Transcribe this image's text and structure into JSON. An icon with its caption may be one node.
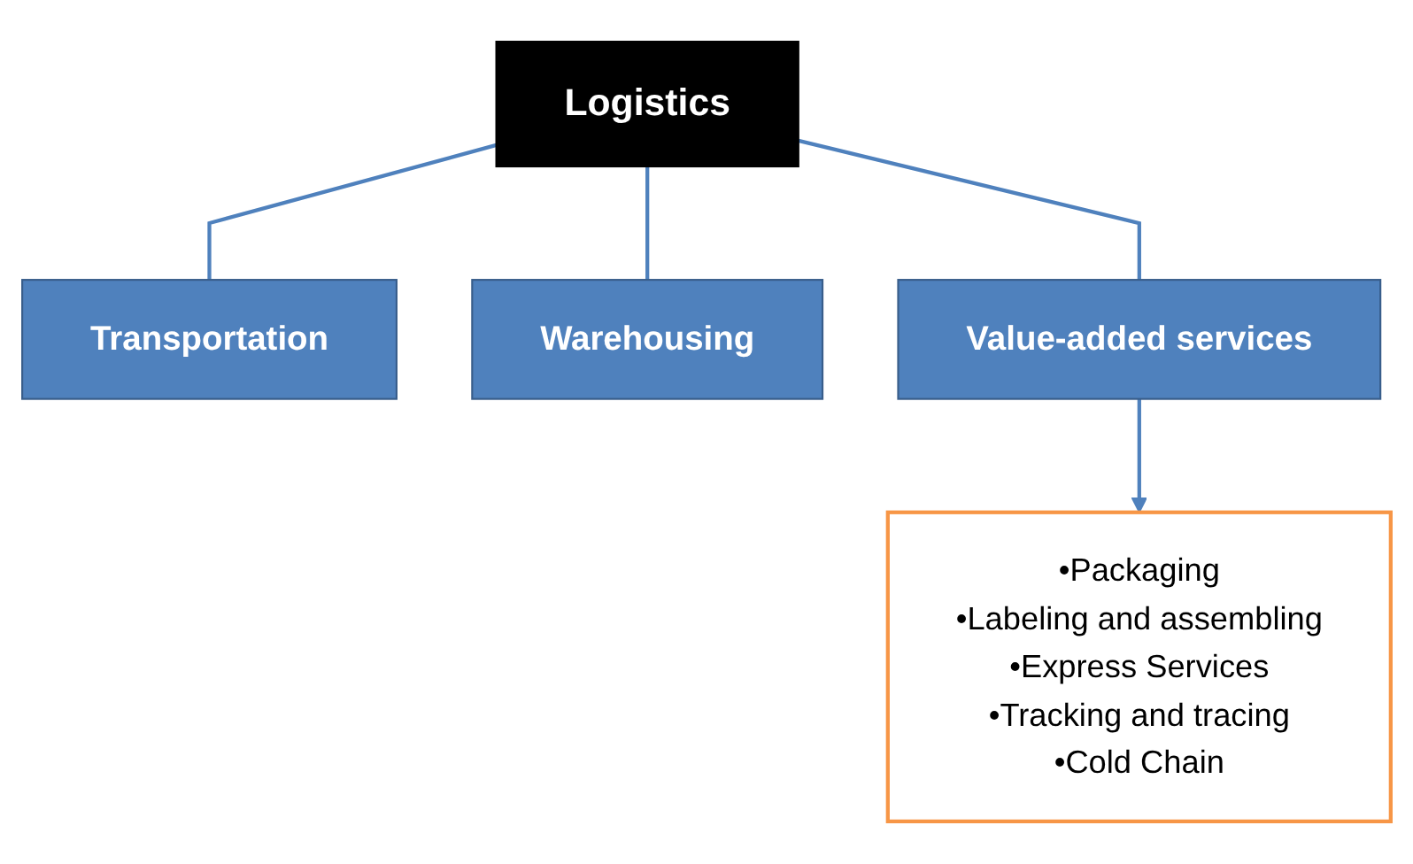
{
  "diagram": {
    "nodes": [
      {
        "text": [
          "Logistics"
        ]
      },
      {
        "text": [
          "Transportation"
        ]
      },
      {
        "text": [
          "Warehousing"
        ]
      },
      {
        "text": [
          "Value-added services"
        ]
      },
      {
        "text": [
          "•Packaging",
          "•Labeling and assembling",
          "•Express Services",
          "•Tracking and tracing",
          "•Cold Chain"
        ]
      }
    ],
    "edges": [
      {
        "from": 0,
        "to": 1,
        "arrow": "none"
      },
      {
        "from": 0,
        "to": 2,
        "arrow": "none"
      },
      {
        "from": 0,
        "to": 3,
        "arrow": "none"
      },
      {
        "from": 3,
        "to": 4,
        "arrow": "to"
      }
    ]
  }
}
